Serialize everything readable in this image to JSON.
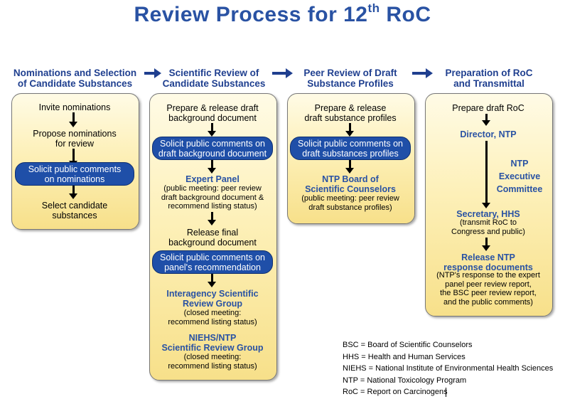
{
  "title": {
    "main": "Review Process for 12",
    "sup": "th",
    "tail": " RoC"
  },
  "columns": [
    {
      "heading": [
        "Nominations and Selection",
        "of Candidate Substances"
      ]
    },
    {
      "heading": [
        "Scientific Review of",
        "Candidate Substances"
      ]
    },
    {
      "heading": [
        "Peer Review of Draft",
        "Substance Profiles"
      ]
    },
    {
      "heading": [
        "Preparation of RoC",
        "and Transmittal"
      ]
    }
  ],
  "col1": {
    "invite": "Invite nominations",
    "propose": [
      "Propose nominations",
      "for review"
    ],
    "solicit": [
      "Solicit public comments",
      "on nominations"
    ],
    "select": [
      "Select candidate",
      "substances"
    ]
  },
  "col2": {
    "prepare": [
      "Prepare & release draft",
      "background document"
    ],
    "solicit1": [
      "Solicit public comments on",
      "draft background document"
    ],
    "expert_title": "Expert Panel",
    "expert_desc": [
      "(public meeting: peer review",
      "draft background document &",
      "recommend listing status)"
    ],
    "release": [
      "Release final",
      "background document"
    ],
    "solicit2": [
      "Solicit public comments on",
      "panel's recommendation"
    ],
    "isrg_title": [
      "Interagency Scientific",
      "Review Group"
    ],
    "isrg_desc": [
      "(closed meeting:",
      "recommend listing status)"
    ],
    "niehs_title": [
      "NIEHS/NTP",
      "Scientific Review Group"
    ],
    "niehs_desc": [
      "(closed meeting:",
      "recommend listing status)"
    ]
  },
  "col3": {
    "prepare": [
      "Prepare & release",
      "draft substance profiles"
    ],
    "solicit": [
      "Solicit public comments on",
      "draft substances profiles"
    ],
    "board_title": [
      "NTP Board of",
      "Scientific Counselors"
    ],
    "board_desc": [
      "(public meeting: peer review",
      "draft substance profiles)"
    ]
  },
  "col4": {
    "prepare": "Prepare draft RoC",
    "director": "Director, NTP",
    "committee": [
      "NTP",
      "Executive",
      "Committee"
    ],
    "secretary": "Secretary, HHS",
    "secretary_desc": [
      "(transmit RoC to",
      "Congress and public)"
    ],
    "release_title": [
      "Release NTP",
      "response documents"
    ],
    "release_desc": [
      "(NTP's response to the expert",
      "panel peer review report,",
      "the BSC peer review report,",
      "and the public comments)"
    ]
  },
  "legend": [
    "BSC = Board of Scientific Counselors",
    "HHS = Health and Human Services",
    "NIEHS = National Institute of Environmental Health Sciences",
    "NTP = National Toxicology Program",
    "RoC = Report on Carcinogens"
  ],
  "colors": {
    "heading": "#1f3f8f",
    "pill": "#1f4fa8",
    "box": "#fdf0b8",
    "title": "#2952a3"
  }
}
